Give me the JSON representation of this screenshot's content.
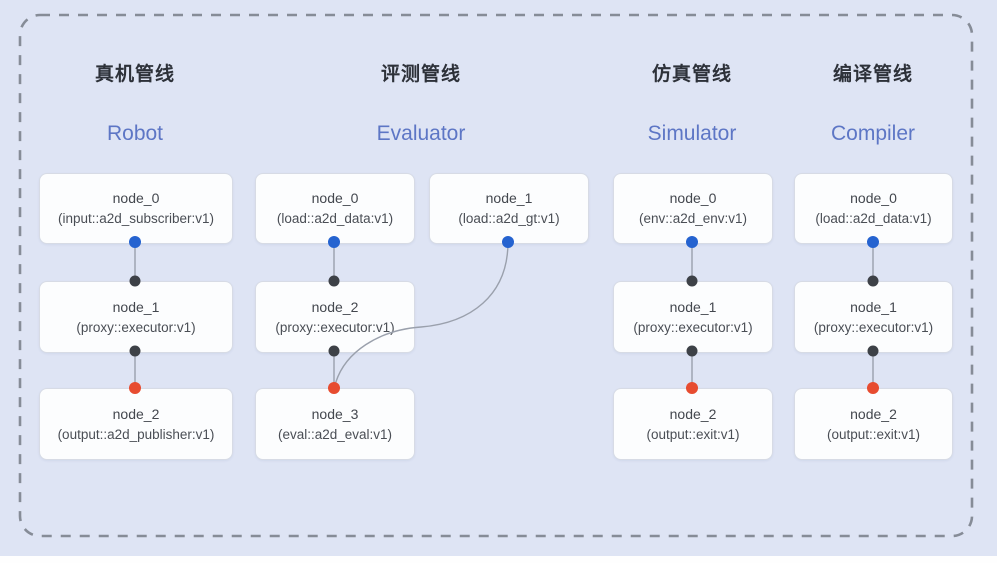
{
  "pipelines": [
    {
      "id": "robot",
      "title_zh": "真机管线",
      "title_en": "Robot",
      "nodes": [
        {
          "name": "node_0",
          "detail": "(input::a2d_subscriber:v1)"
        },
        {
          "name": "node_1",
          "detail": "(proxy::executor:v1)"
        },
        {
          "name": "node_2",
          "detail": "(output::a2d_publisher:v1)"
        }
      ]
    },
    {
      "id": "evaluator",
      "title_zh": "评测管线",
      "title_en": "Evaluator",
      "nodes": [
        {
          "name": "node_0",
          "detail": "(load::a2d_data:v1)"
        },
        {
          "name": "node_1",
          "detail": "(load::a2d_gt:v1)"
        },
        {
          "name": "node_2",
          "detail": "(proxy::executor:v1)"
        },
        {
          "name": "node_3",
          "detail": "(eval::a2d_eval:v1)"
        }
      ]
    },
    {
      "id": "simulator",
      "title_zh": "仿真管线",
      "title_en": "Simulator",
      "nodes": [
        {
          "name": "node_0",
          "detail": "(env::a2d_env:v1)"
        },
        {
          "name": "node_1",
          "detail": "(proxy::executor:v1)"
        },
        {
          "name": "node_2",
          "detail": "(output::exit:v1)"
        }
      ]
    },
    {
      "id": "compiler",
      "title_zh": "编译管线",
      "title_en": "Compiler",
      "nodes": [
        {
          "name": "node_0",
          "detail": "(load::a2d_data:v1)"
        },
        {
          "name": "node_1",
          "detail": "(proxy::executor:v1)"
        },
        {
          "name": "node_2",
          "detail": "(output::exit:v1)"
        }
      ]
    }
  ],
  "edges": [
    {
      "pipeline": "robot",
      "from": "node_0",
      "to": "node_1"
    },
    {
      "pipeline": "robot",
      "from": "node_1",
      "to": "node_2"
    },
    {
      "pipeline": "evaluator",
      "from": "node_0",
      "to": "node_2"
    },
    {
      "pipeline": "evaluator",
      "from": "node_1",
      "to": "node_3"
    },
    {
      "pipeline": "evaluator",
      "from": "node_2",
      "to": "node_3"
    },
    {
      "pipeline": "simulator",
      "from": "node_0",
      "to": "node_1"
    },
    {
      "pipeline": "simulator",
      "from": "node_1",
      "to": "node_2"
    },
    {
      "pipeline": "compiler",
      "from": "node_0",
      "to": "node_1"
    },
    {
      "pipeline": "compiler",
      "from": "node_1",
      "to": "node_2"
    }
  ],
  "colors": {
    "background": "#dee4f4",
    "node_fill": "#fcfdfe",
    "node_border": "#d7dbe5",
    "edge": "#9aa0ac",
    "dot_blue": "#2563d0",
    "dot_dark": "#3d4147",
    "dot_red": "#e74c30",
    "title_zh": "#2d3139",
    "title_en": "#5d76c5",
    "dashed_border": "#868c97"
  }
}
